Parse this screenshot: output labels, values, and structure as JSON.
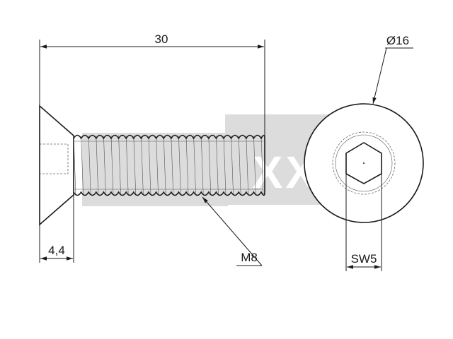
{
  "watermark": {
    "text": "XXL",
    "color": "#dcdcdc"
  },
  "dimensions": {
    "length": "30",
    "head_height": "4,4",
    "thread": "M8",
    "head_diameter": "Ø16",
    "wrench_size": "SW5"
  },
  "colors": {
    "line": "#1a1a1a",
    "background": "#ffffff"
  }
}
